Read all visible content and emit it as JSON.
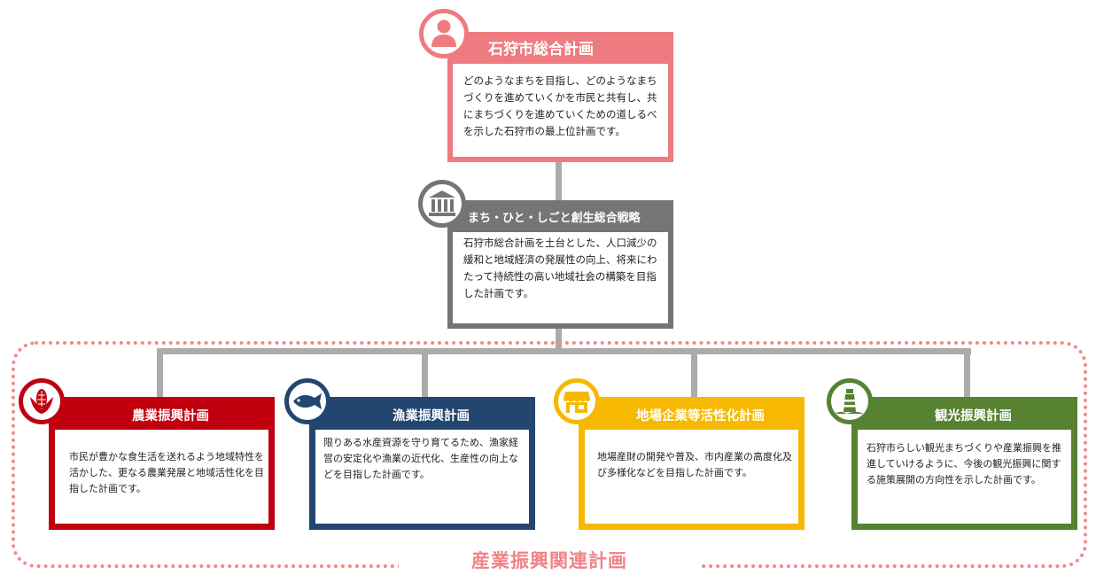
{
  "top_plan": {
    "title": "石狩市総合計画",
    "description": "どのようなまちを目指し、どのようなまちづくりを進めていくかを市民と共有し、共にまちづくりを進めていくための道しるべを示した石狩市の最上位計画です。",
    "icon": "person-icon",
    "color": "#ee7b80"
  },
  "strategy": {
    "title": "まち・ひと・しごと創生総合戦略",
    "description": "石狩市総合計画を土台とした、人口減少の緩和と地域経済の発展性の向上、将来にわたって持続性の高い地域社会の構築を目指した計画です。",
    "icon": "building-icon",
    "color": "#757575"
  },
  "group_label": "産業振興関連計画",
  "plans": [
    {
      "title": "農業振興計画",
      "description": "市民が豊かな食生活を送れるよう地域特性を活かした、更なる農業発展と地域活性化を目指した計画です。",
      "icon": "corn-icon",
      "color": "#c0000f"
    },
    {
      "title": "漁業振興計画",
      "description": "限りある水産資源を守り育てるため、漁家経営の安定化や漁業の近代化、生産性の向上などを目指した計画です。",
      "icon": "fish-icon",
      "color": "#22466f"
    },
    {
      "title": "地場企業等活性化計画",
      "description": "地場産財の開発や普及、市内産業の高度化及び多様化などを目指した計画です。",
      "icon": "shop-icon",
      "color": "#f6b800"
    },
    {
      "title": "観光振興計画",
      "description": "石狩市らしい観光まちづくりや産業振興を推進していけるように、今後の観光振興に関する施策展開の方向性を示した計画です。",
      "icon": "lighthouse-icon",
      "color": "#568231"
    }
  ]
}
